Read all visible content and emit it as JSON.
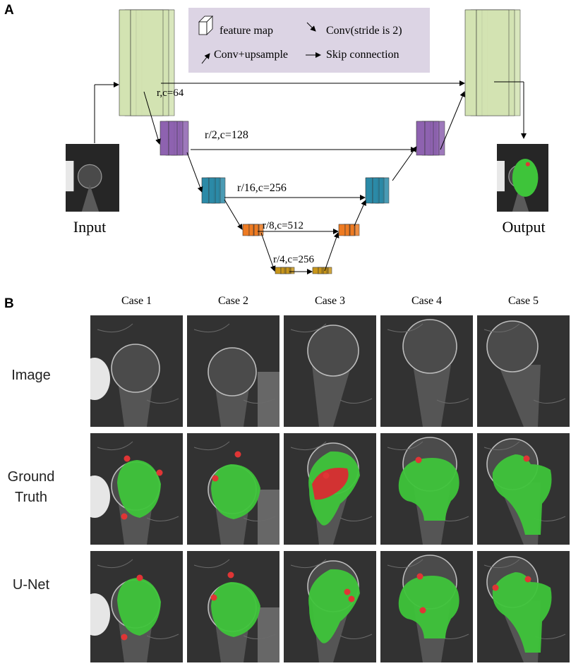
{
  "panel_a": {
    "letter": "A",
    "legend": {
      "feature_map": "feature map",
      "conv_stride": "Conv(stride is 2)",
      "conv_upsample": "Conv+upsample",
      "skip": "Skip connection"
    },
    "labels": {
      "input": "Input",
      "output": "Output",
      "l1": "r,c=64",
      "l2": "r/2,c=128",
      "l3": "r/16,c=256",
      "l4": "r/8,c=512",
      "l5": "r/4,c=256"
    },
    "colors": {
      "level1": "#d3e3b2",
      "level2": "#8e62b0",
      "level3": "#2b8aa7",
      "level4": "#ee7b22",
      "level5": "#c8961a",
      "legend_bg": "#dcd4e4"
    }
  },
  "panel_b": {
    "letter": "B",
    "cases": [
      "Case 1",
      "Case 2",
      "Case 3",
      "Case 4",
      "Case 5"
    ],
    "rows": [
      "Image",
      "Ground\nTruth",
      "U-Net"
    ],
    "colors": {
      "segment": "#3ec43a",
      "lesion": "#e03535"
    }
  }
}
